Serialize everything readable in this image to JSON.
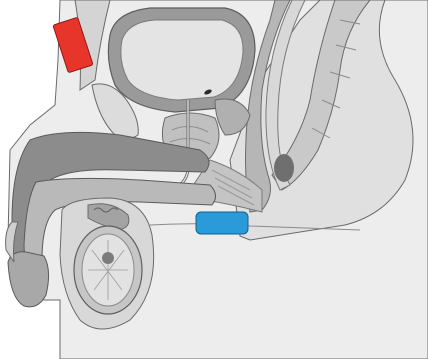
{
  "figure": {
    "subject": "male-pelvis-sagittal-section",
    "colors": {
      "background": "#ffffff",
      "outline": "#6a6a6a",
      "skin": "#ededed",
      "tissue_light": "#d2d2d2",
      "tissue_mid": "#a9a9a9",
      "tissue_dark": "#7f7f7f",
      "bladder_lining": "#9a9a9a",
      "bladder_inner": "#e4e4e4",
      "highlight_red": "#e8352b",
      "highlight_blue": "#2b9ad8"
    },
    "highlights": [
      {
        "id": "red-marker",
        "color": "#e8352b"
      },
      {
        "id": "blue-marker",
        "color": "#2b9ad8"
      }
    ]
  }
}
